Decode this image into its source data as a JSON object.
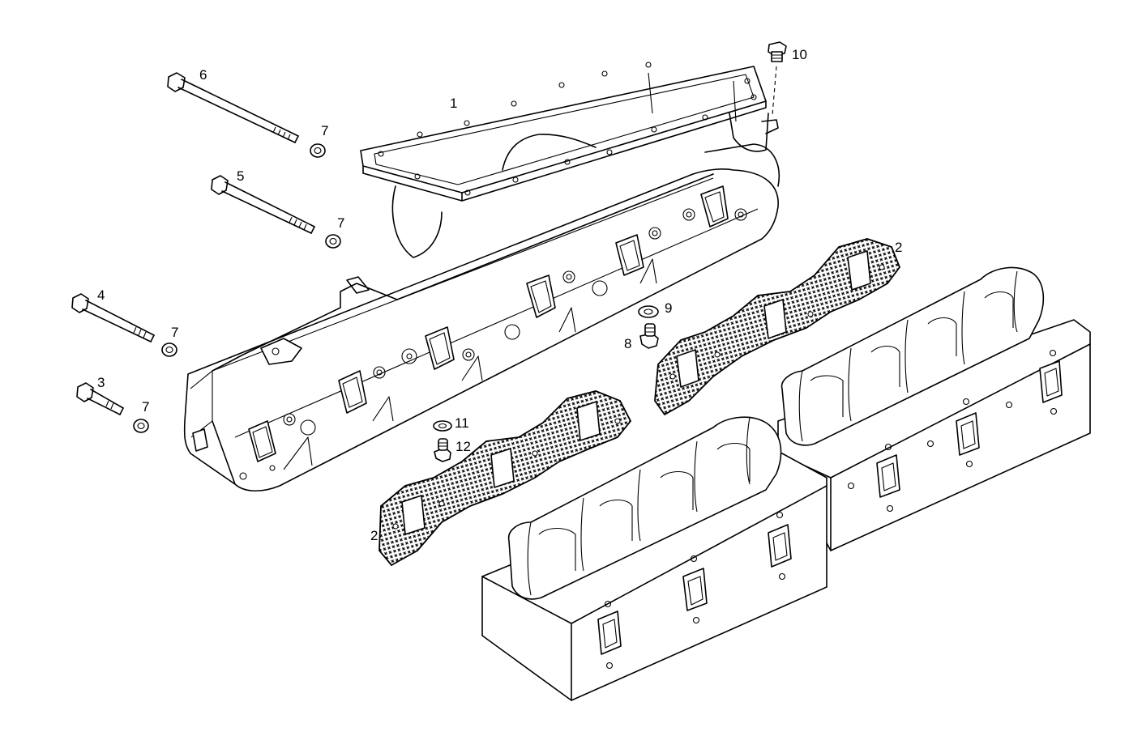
{
  "diagram": {
    "callouts": {
      "c1": "1",
      "c2a": "2",
      "c2b": "2",
      "c3": "3",
      "c4": "4",
      "c5": "5",
      "c6": "6",
      "c7a": "7",
      "c7b": "7",
      "c7c": "7",
      "c7d": "7",
      "c8": "8",
      "c9": "9",
      "c10": "10",
      "c11": "11",
      "c12": "12"
    }
  }
}
